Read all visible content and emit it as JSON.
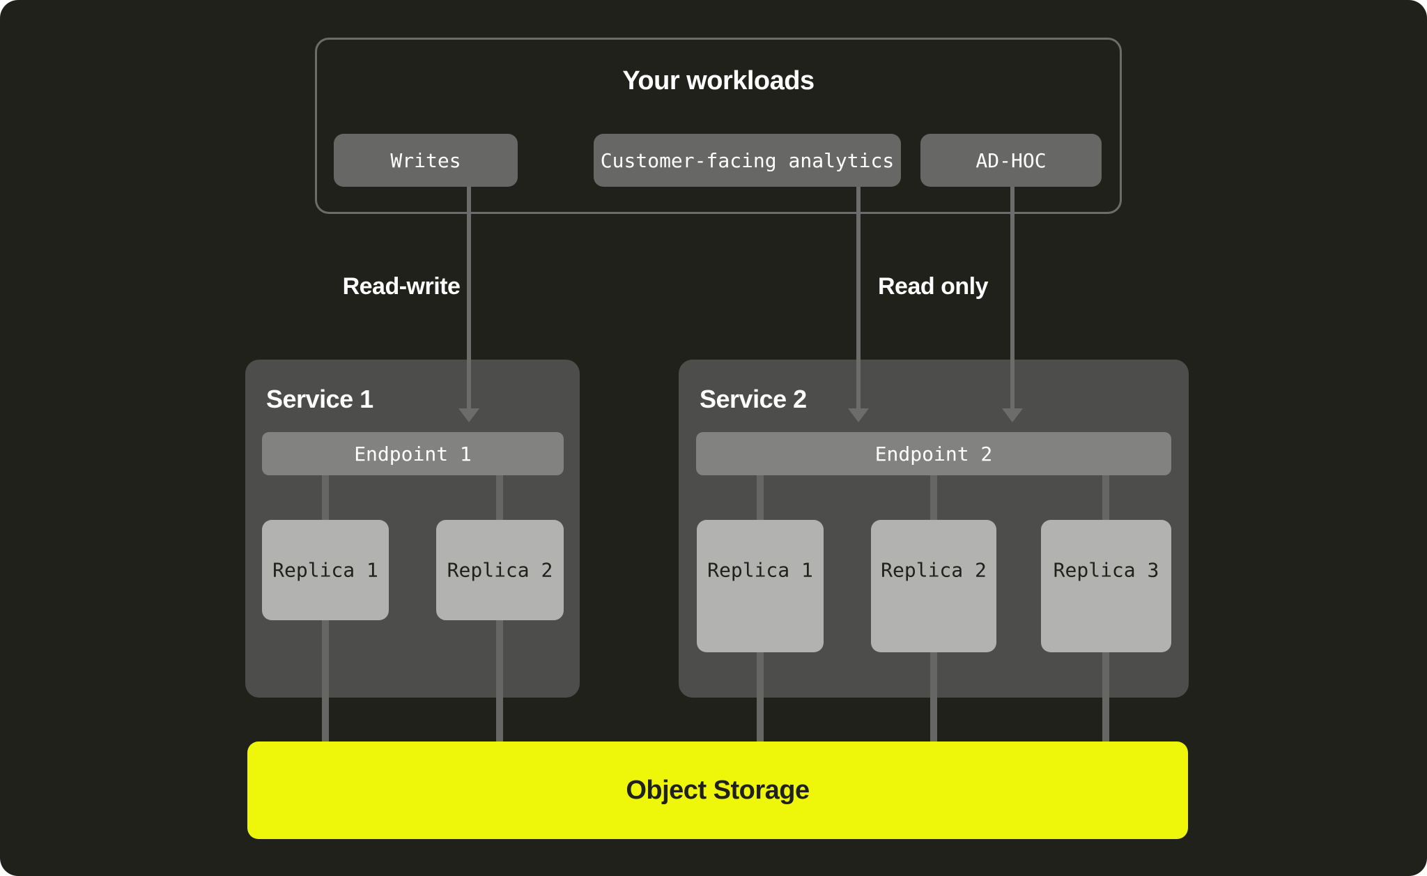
{
  "panel": {
    "title": "Your workloads",
    "workloads": [
      {
        "label": "Writes"
      },
      {
        "label": "Customer-facing analytics"
      },
      {
        "label": "AD-HOC"
      }
    ]
  },
  "flows": {
    "left_label": "Read-write",
    "right_label": "Read only"
  },
  "services": [
    {
      "title": "Service 1",
      "endpoint_label": "Endpoint 1",
      "replicas": [
        {
          "label": "Replica 1"
        },
        {
          "label": "Replica 2"
        }
      ]
    },
    {
      "title": "Service 2",
      "endpoint_label": "Endpoint 2",
      "replicas": [
        {
          "label": "Replica 1"
        },
        {
          "label": "Replica 2"
        },
        {
          "label": "Replica 3"
        }
      ]
    }
  ],
  "storage": {
    "label": "Object Storage"
  },
  "colors": {
    "page-bg": "#ffffff",
    "canvas-bg": "#21211c",
    "panel-border": "#6c6c6a",
    "workload-bg": "#676765",
    "service-bg": "#4d4d4b",
    "endpoint-bg": "#828280",
    "replica-bg": "#b2b2b0",
    "replica-text": "#21211c",
    "connector": "#666664",
    "arrow": "#6c6c6a",
    "text-light": "#ffffff",
    "accent-yellow": "#eef60a",
    "storage-text": "#21211c"
  }
}
